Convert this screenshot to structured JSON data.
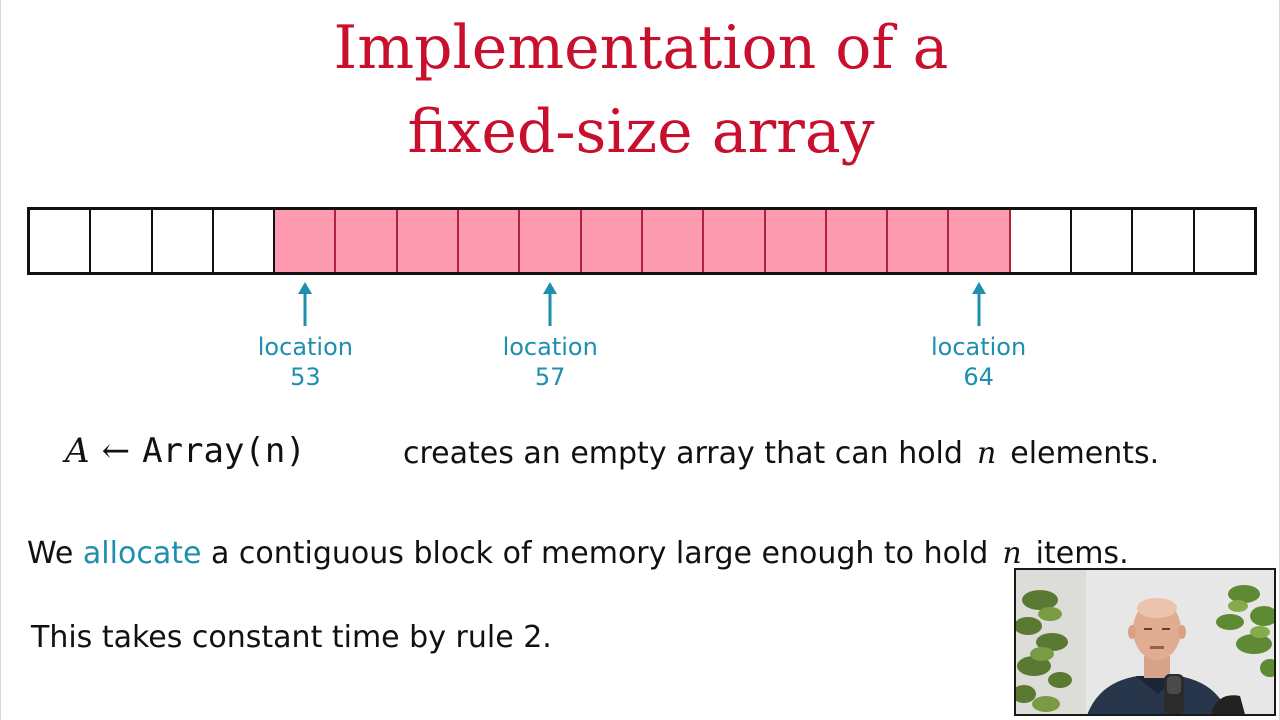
{
  "title": {
    "line1": "Implementation of a",
    "line2": "fixed-size array"
  },
  "array": {
    "cell_count": 20,
    "filled_range": [
      4,
      15
    ]
  },
  "pointers": [
    {
      "label": "location",
      "value": "53",
      "cell_index": 4
    },
    {
      "label": "location",
      "value": "57",
      "cell_index": 8
    },
    {
      "label": "location",
      "value": "64",
      "cell_index": 15
    }
  ],
  "formula": {
    "var": "A",
    "arrow": "←",
    "call": "Array(n)"
  },
  "description": {
    "before": "creates an empty array that can hold",
    "var": "n",
    "after": "elements."
  },
  "sentence2": {
    "before": "We",
    "accent": "allocate",
    "middle": "a contiguous block of memory large enough to hold",
    "var": "n",
    "after": "items."
  },
  "sentence3": "This takes constant time by rule 2.",
  "colors": {
    "title": "#c8102e",
    "filled_cell": "#ff9bb0",
    "accent": "#1f8fb0"
  }
}
